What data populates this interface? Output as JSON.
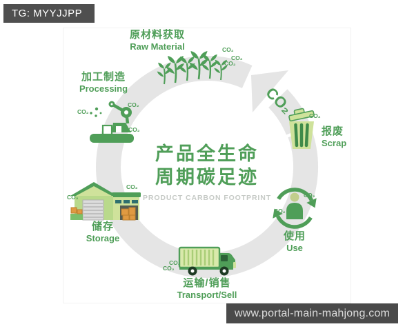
{
  "watermark": {
    "telegram": "TG: MYYJJPP",
    "website": "www.portal-main-mahjong.com"
  },
  "center": {
    "title_line1": "产品全生命",
    "title_line2": "周期碳足迹",
    "subtitle": "PRODUCT CARBON FOOTPRINT"
  },
  "cycle": {
    "arrow_label": "CO₂",
    "emission_label": "CO₂"
  },
  "stages": [
    {
      "zh": "原材料获取",
      "en": "Raw Material"
    },
    {
      "zh": "加工制造",
      "en": "Processing"
    },
    {
      "zh": "储存",
      "en": "Storage"
    },
    {
      "zh": "运输/销售",
      "en": "Transport/Sell"
    },
    {
      "zh": "使用",
      "en": "Use"
    },
    {
      "zh": "报废",
      "en": "Scrap"
    }
  ],
  "colors": {
    "green": "#4f9e58",
    "light_green": "#cfe29b",
    "ring_gray": "#e5e5e5",
    "subtitle_gray": "#c6cac6",
    "box_orange": "#e09a42",
    "bar_dark": "#4d4d4d"
  }
}
